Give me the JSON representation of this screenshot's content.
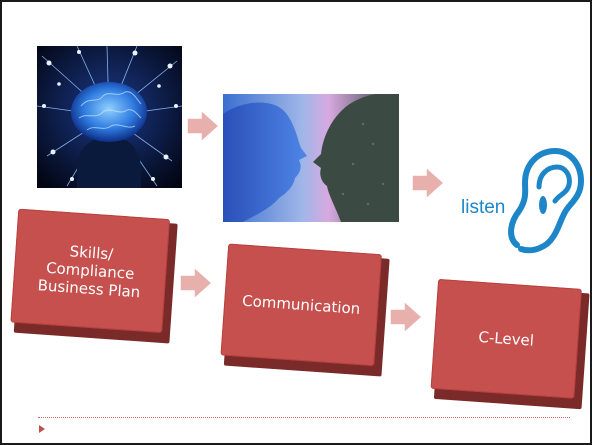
{
  "slide": {
    "boxes": [
      {
        "label": "Skills/\nCompliance\nBusiness Plan"
      },
      {
        "label": "Communication"
      },
      {
        "label": "C-Level"
      }
    ],
    "ear_caption": "listen"
  },
  "icons": {
    "brain": "brain-network-icon",
    "faces": "two-faces-whisper-icon",
    "ear": "ear-listen-icon",
    "arrow": "chevron-arrow-icon",
    "bullet": "triangle-bullet-icon"
  },
  "colors": {
    "box_front": "#c5504e",
    "box_side": "#7a2a29",
    "arrow": "#e8b0ad",
    "ear": "#1d86c8",
    "rule": "#c86a66"
  }
}
